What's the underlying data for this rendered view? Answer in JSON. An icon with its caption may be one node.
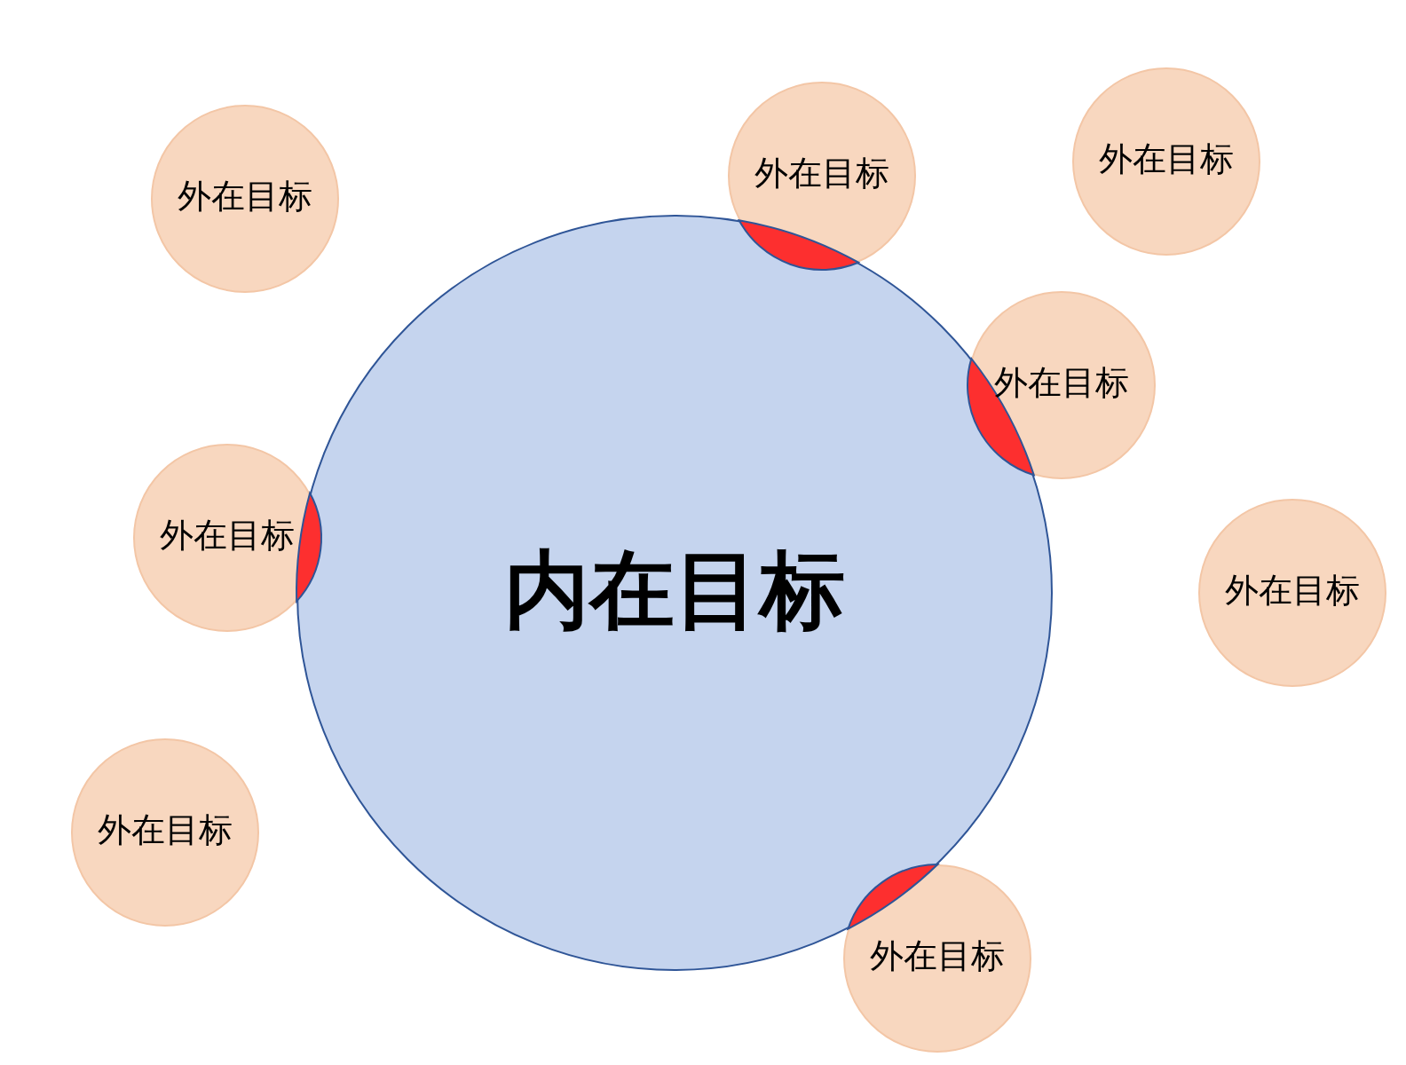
{
  "diagram": {
    "nodes": [
      {
        "text": [
          "内在目标"
        ]
      },
      {
        "text": [
          "外在目标"
        ]
      },
      {
        "text": [
          "外在目标"
        ]
      },
      {
        "text": [
          "外在目标"
        ]
      },
      {
        "text": [
          "外在目标"
        ]
      },
      {
        "text": [
          "外在目标"
        ]
      },
      {
        "text": [
          "外在目标"
        ]
      },
      {
        "text": [
          "外在目标"
        ]
      },
      {
        "text": [
          "外在目标"
        ]
      }
    ]
  }
}
